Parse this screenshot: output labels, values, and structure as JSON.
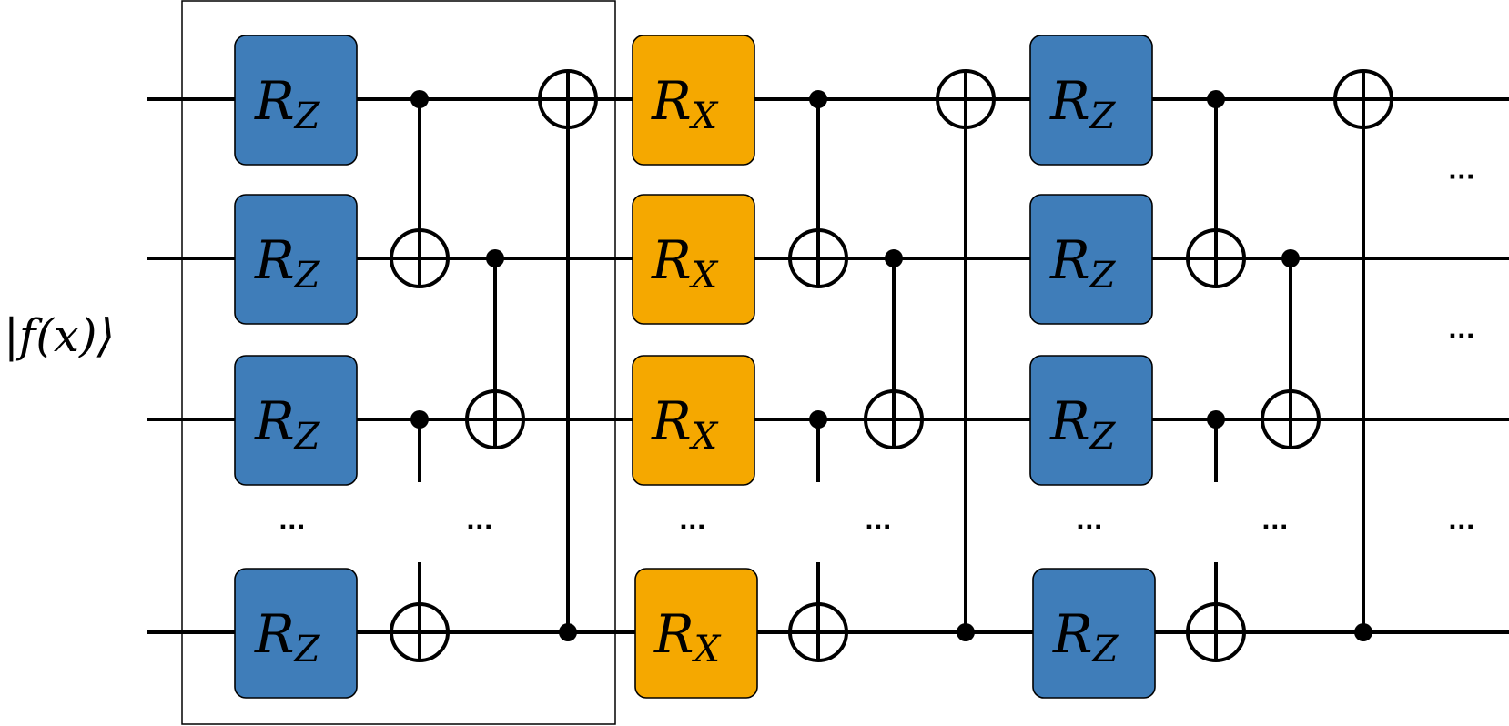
{
  "input_state_label": "|f(x)⟩",
  "ellipsis": "···",
  "gates": {
    "rz": {
      "base": "R",
      "sub": "Z",
      "color": "#3f7db9"
    },
    "rx": {
      "base": "R",
      "sub": "X",
      "color": "#f5a800"
    }
  },
  "layers": [
    {
      "gate": "rz",
      "boxed": true
    },
    {
      "gate": "rx",
      "boxed": false
    },
    {
      "gate": "rz",
      "boxed": false
    }
  ]
}
